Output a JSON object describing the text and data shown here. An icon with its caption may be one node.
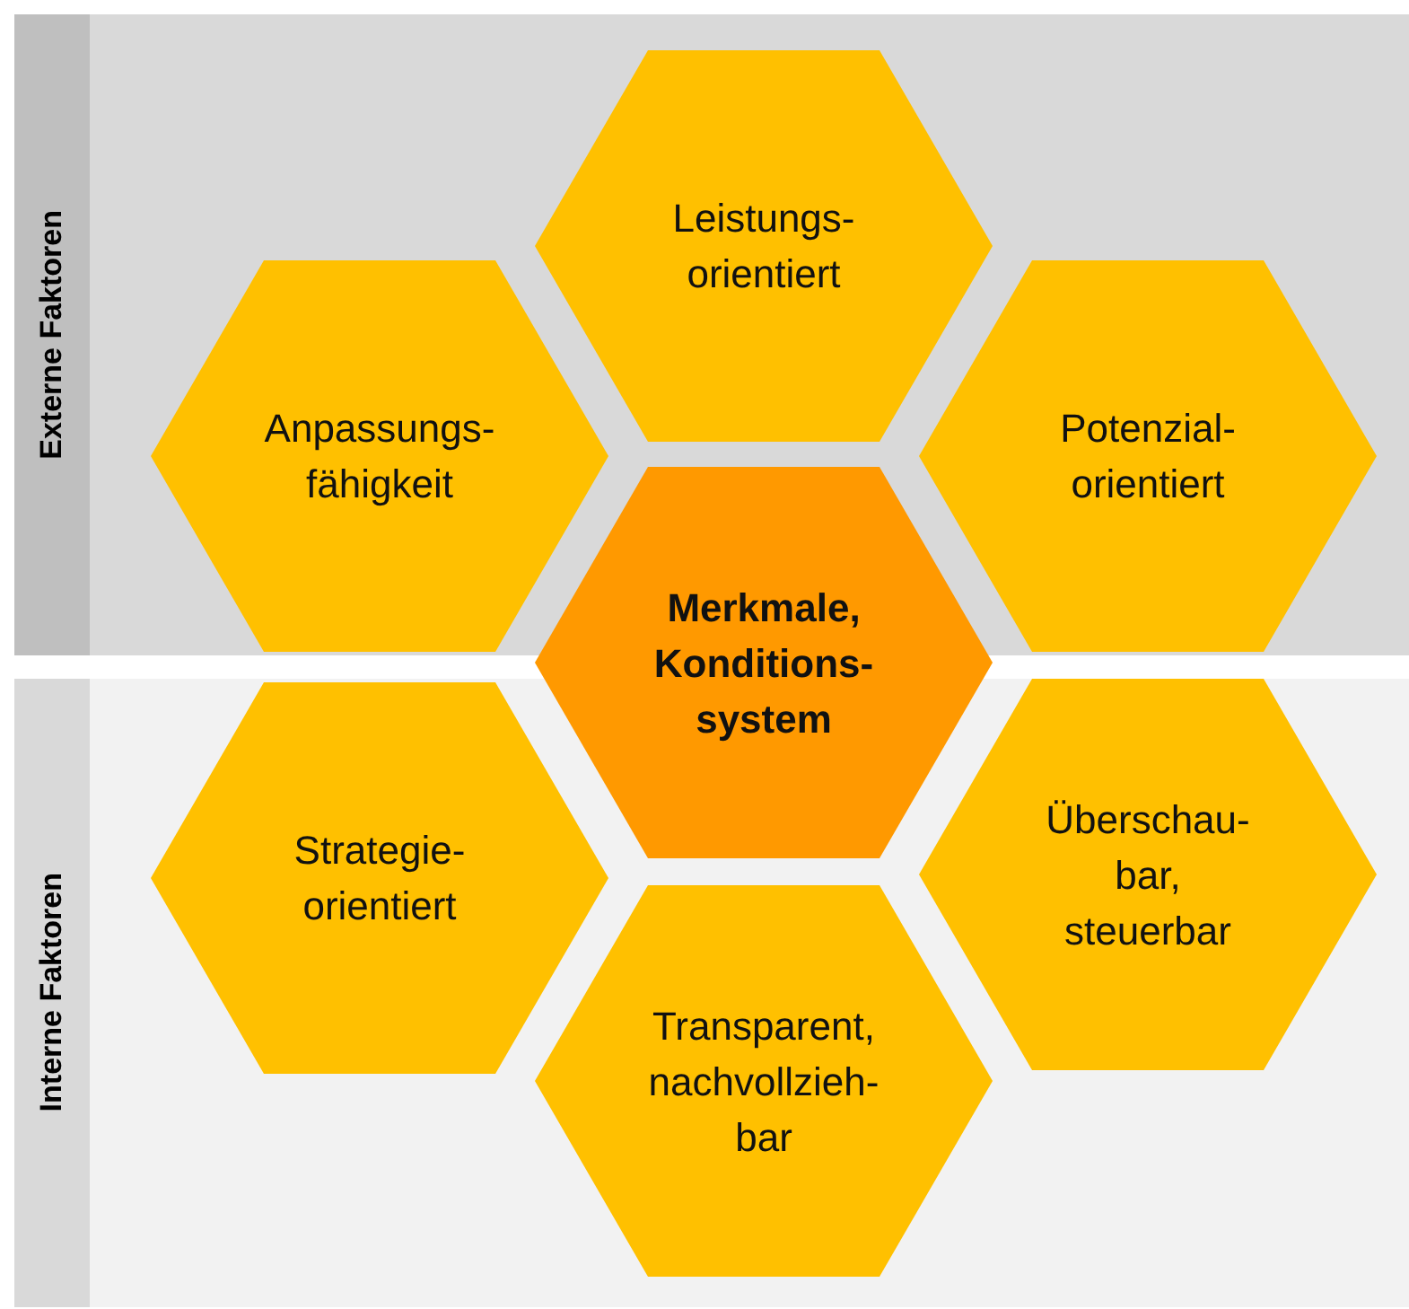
{
  "diagram": {
    "nodes": [
      {
        "text": [
          "Externe Faktoren"
        ]
      },
      {
        "text": [
          "Leistungs- orientiert"
        ],
        "in": 0
      },
      {
        "text": [
          "Anpassungs- fähigkeit"
        ],
        "in": 0
      },
      {
        "text": [
          "Potenzial- orientiert"
        ],
        "in": 0
      },
      {
        "text": [
          "Merkmale, Konditions- system"
        ]
      },
      {
        "text": [
          "Interne Faktoren"
        ]
      },
      {
        "text": [
          "Strategie- orientiert"
        ],
        "in": 5
      },
      {
        "text": [
          "Überschau- bar, steuerbar"
        ],
        "in": 5
      },
      {
        "text": [
          "Transparent, nachvollzieh- bar"
        ],
        "in": 5
      }
    ]
  }
}
